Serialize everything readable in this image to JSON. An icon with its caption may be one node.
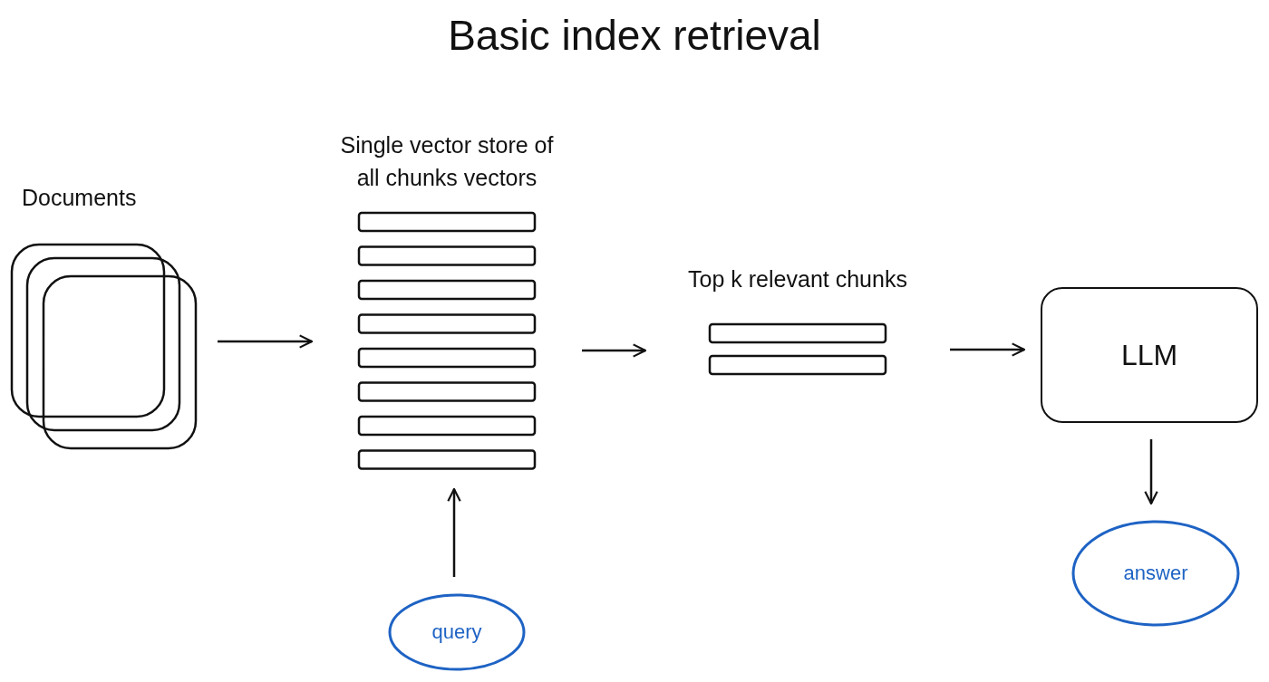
{
  "diagram": {
    "title": "Basic index retrieval",
    "nodes": [
      {
        "text": [
          "Documents"
        ]
      },
      {
        "text": [
          "Single vector store of all chunks vectors"
        ]
      },
      {
        "text": [
          "Top k relevant chunks"
        ]
      },
      {
        "text": [
          "LLM"
        ]
      },
      {
        "text": [
          "query"
        ]
      },
      {
        "text": [
          "answer"
        ]
      }
    ],
    "edges": [
      {
        "from": 0,
        "to": 1,
        "arrow": "to"
      },
      {
        "from": 1,
        "to": 2,
        "arrow": "to"
      },
      {
        "from": 2,
        "to": 3,
        "arrow": "to"
      },
      {
        "from": 4,
        "to": 1,
        "arrow": "to"
      },
      {
        "from": 3,
        "to": 5,
        "arrow": "to"
      }
    ]
  }
}
